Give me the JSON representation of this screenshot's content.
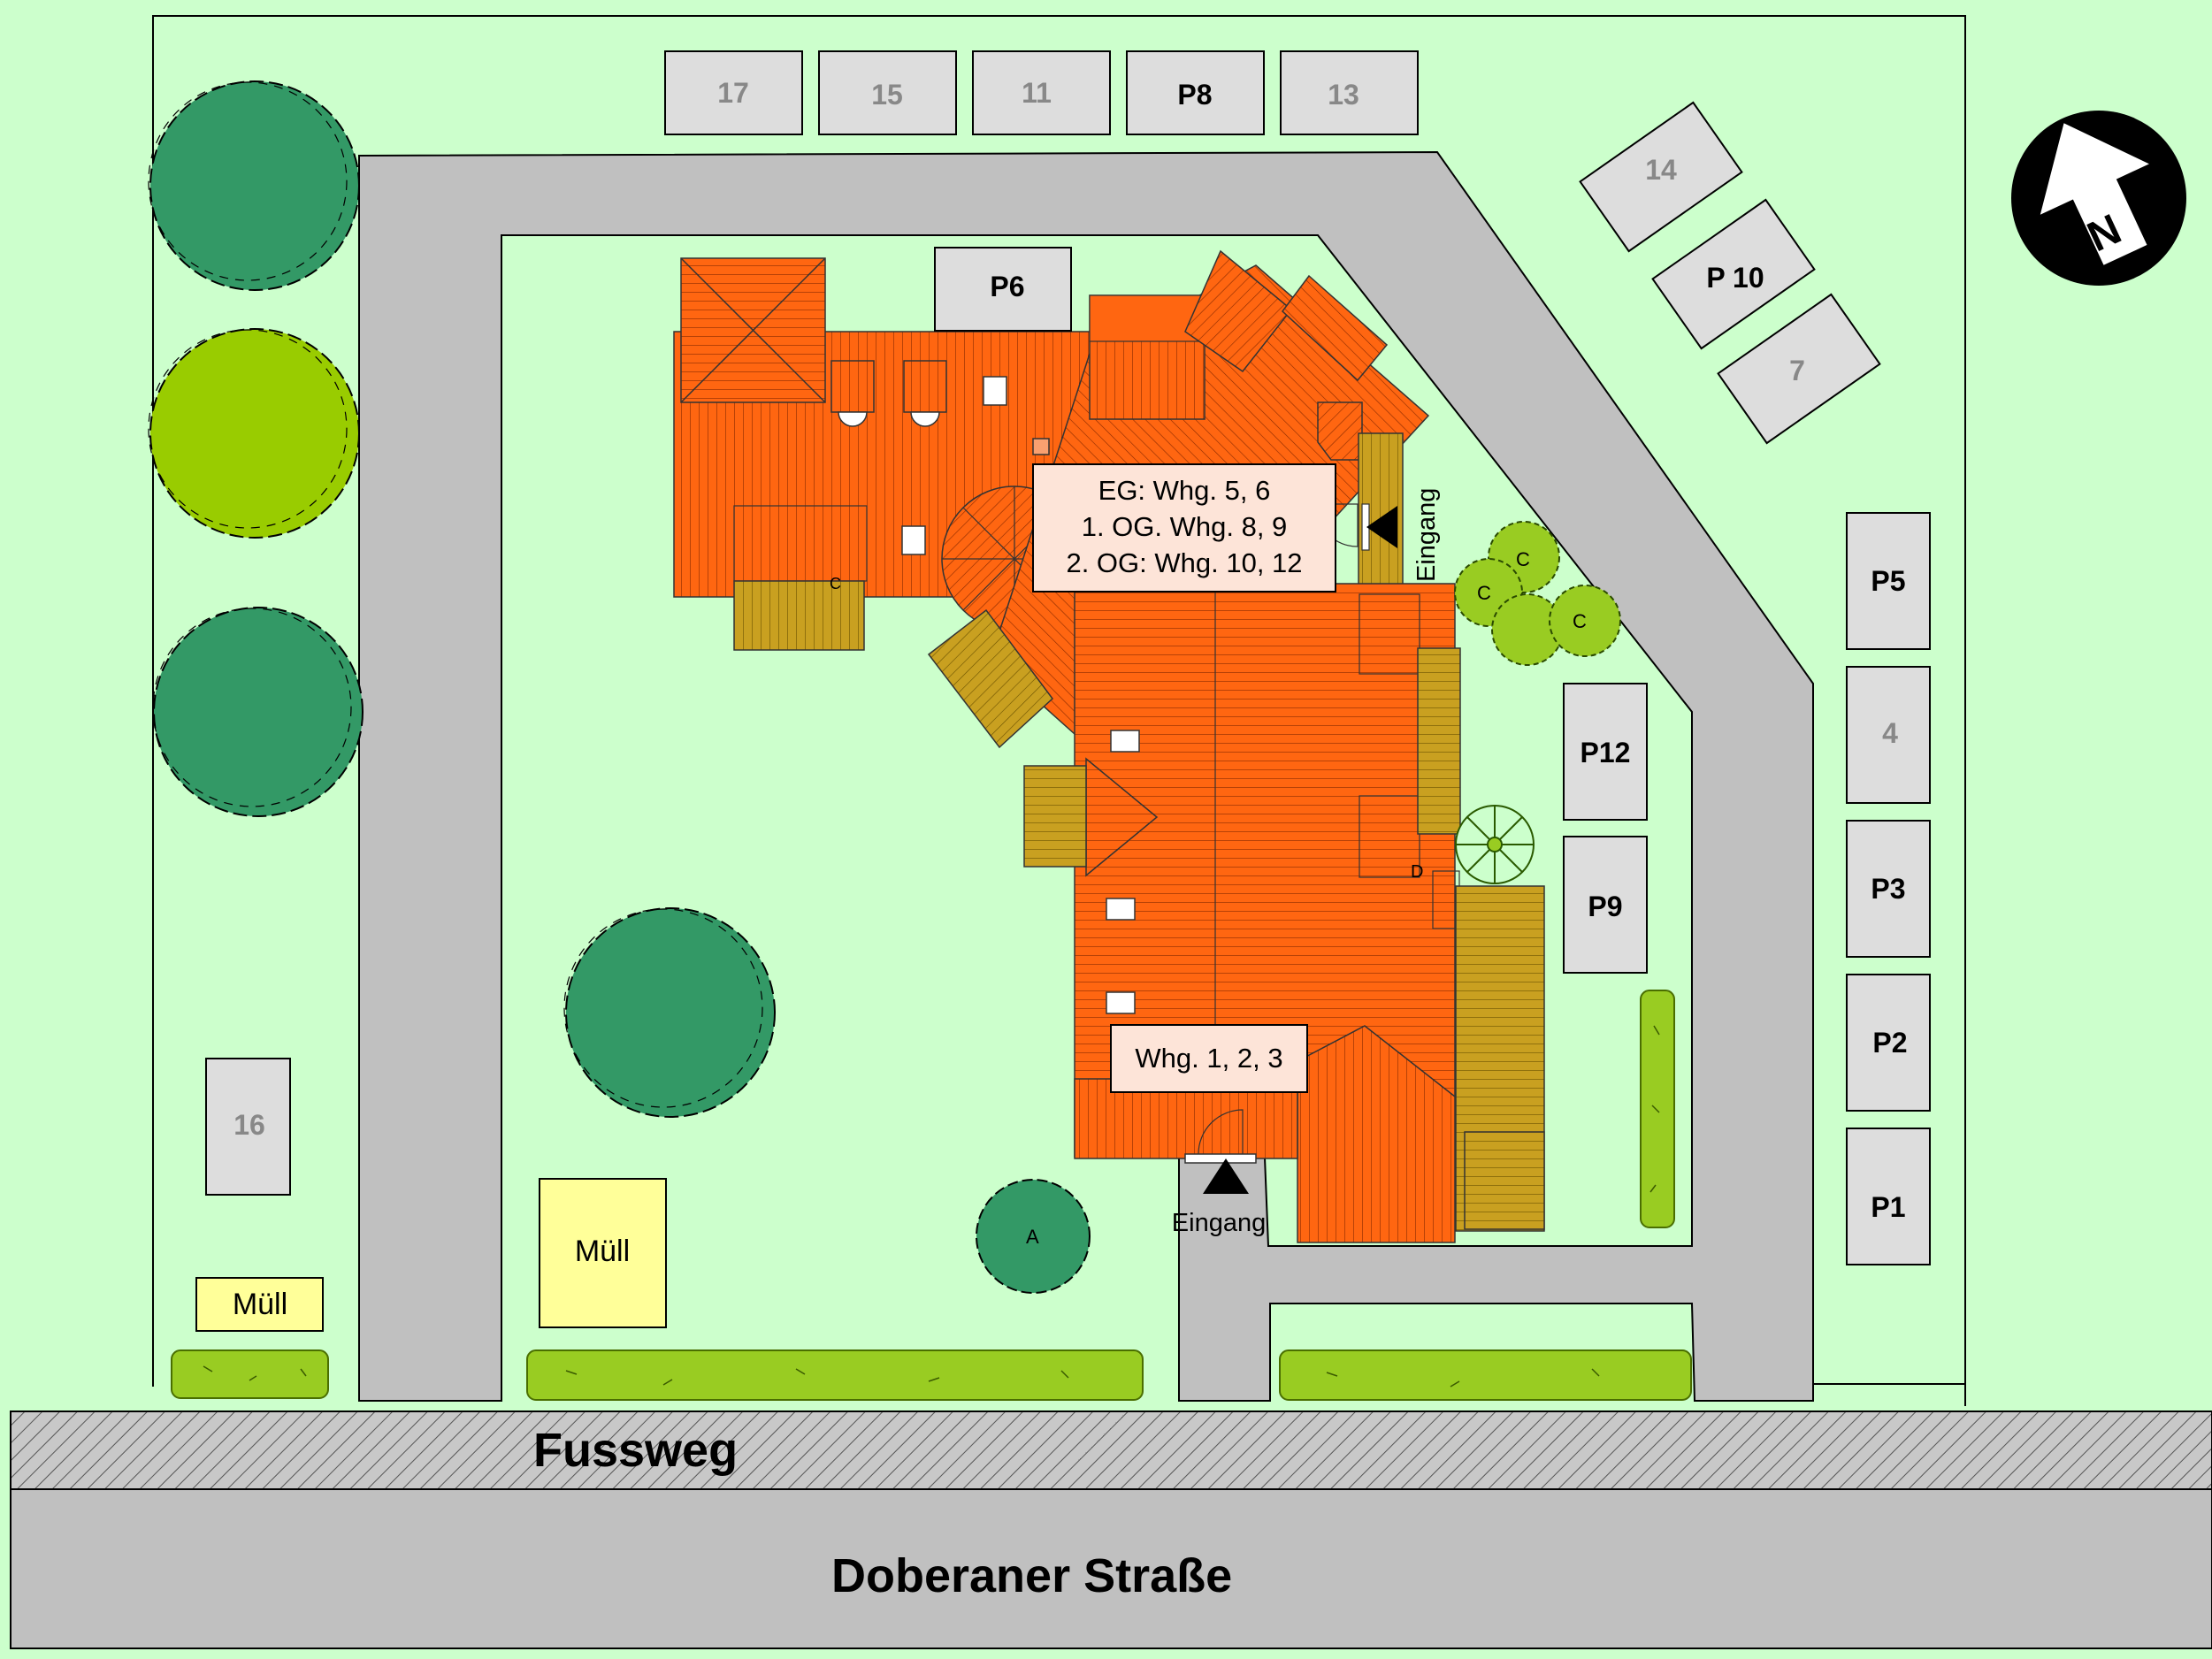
{
  "colors": {
    "lawn": "#ccffcc",
    "road": "#c0c0c0",
    "parking": "#dddddd",
    "roof": "#ff6611",
    "roof_dark": "#e55a00",
    "terrace": "#c9a020",
    "tree_dark": "#339966",
    "tree_light": "#99cc00",
    "hedge": "#99cc22",
    "waste": "#ffff99",
    "sign_box": "#fde4d8"
  },
  "parking_spaces": {
    "p17": "17",
    "p15": "15",
    "p11": "11",
    "p8": "P8",
    "p13": "13",
    "p6": "P6",
    "p14": "14",
    "p10": "P 10",
    "p7": "7",
    "p5": "P5",
    "p4": "4",
    "p3": "P3",
    "p2": "P2",
    "p1": "P1",
    "p12": "P12",
    "p9": "P9",
    "p16": "16"
  },
  "waste": {
    "large": "Müll",
    "small": "Müll"
  },
  "building": {
    "upper_label": [
      "EG: Whg. 5, 6",
      "1. OG. Whg. 8, 9",
      "2. OG: Whg. 10, 12"
    ],
    "lower_label": "Whg. 1, 2, 3",
    "entrance_bottom": "Eingang",
    "entrance_side": "Eingang",
    "marker_c": "C",
    "marker_d": "D"
  },
  "plants": {
    "shrub_a": "A",
    "shrub_c": "C"
  },
  "streets": {
    "footpath": "Fussweg",
    "main_street": "Doberaner Straße"
  },
  "north_arrow": {
    "letter": "N",
    "icon": "north-arrow-icon"
  }
}
